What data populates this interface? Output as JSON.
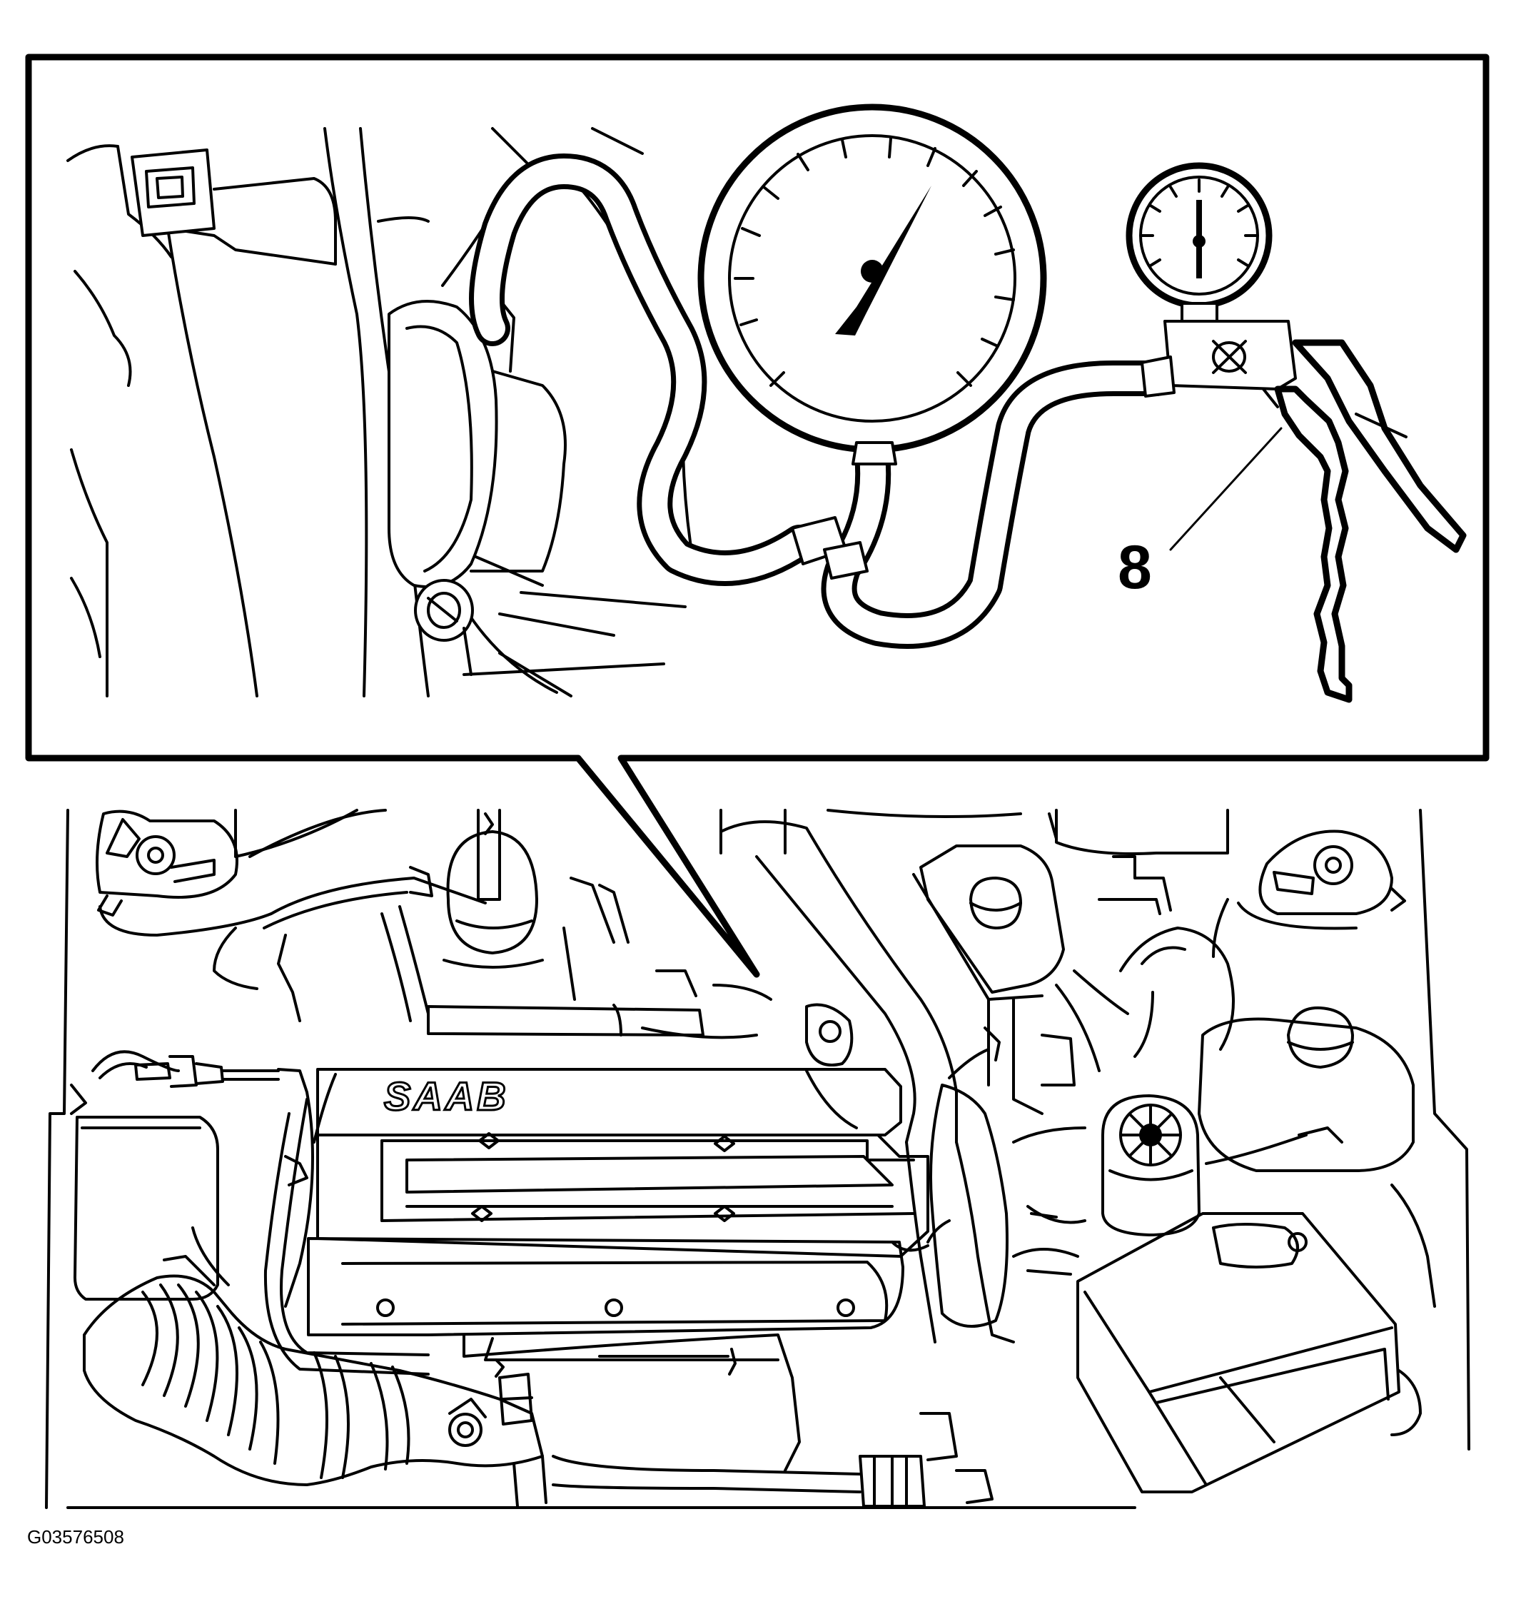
{
  "callout": {
    "label": "8"
  },
  "brand_logo": {
    "text": "SAAB"
  },
  "figure_code": "G03576508",
  "colors": {
    "line": "#000000",
    "background": "#ffffff"
  },
  "icons": [
    "pressure-gauge-icon",
    "hand-vacuum-pump-icon"
  ]
}
